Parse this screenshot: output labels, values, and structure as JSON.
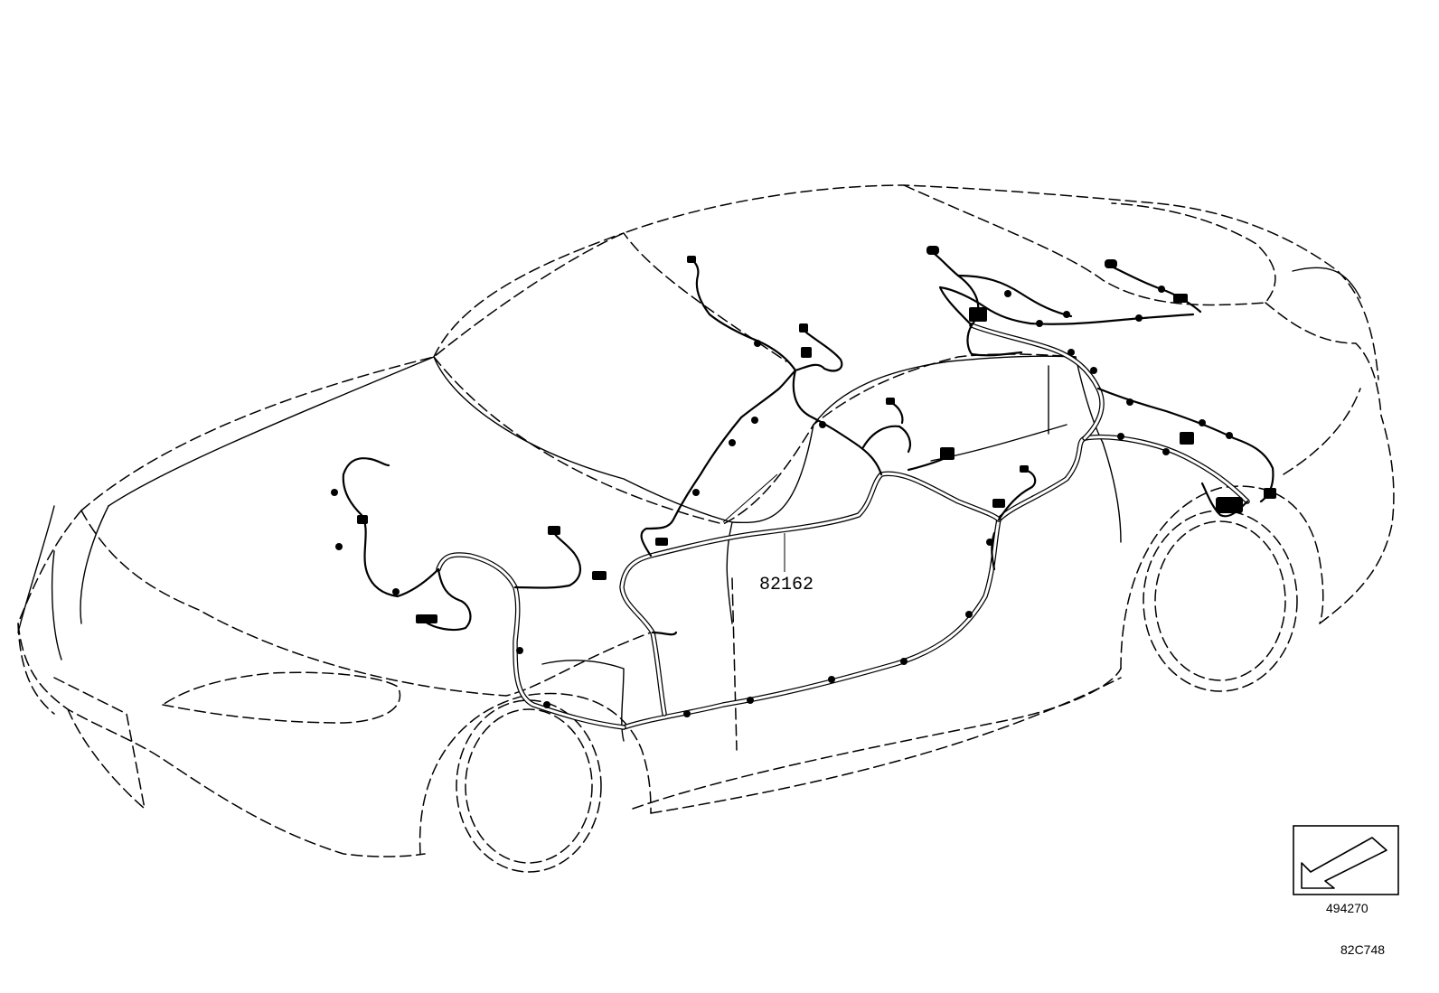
{
  "diagram": {
    "part_number": "82162",
    "reference_number": "494270",
    "figure_code": "82C748",
    "icons": {
      "front_direction": "front-arrow-icon"
    }
  }
}
